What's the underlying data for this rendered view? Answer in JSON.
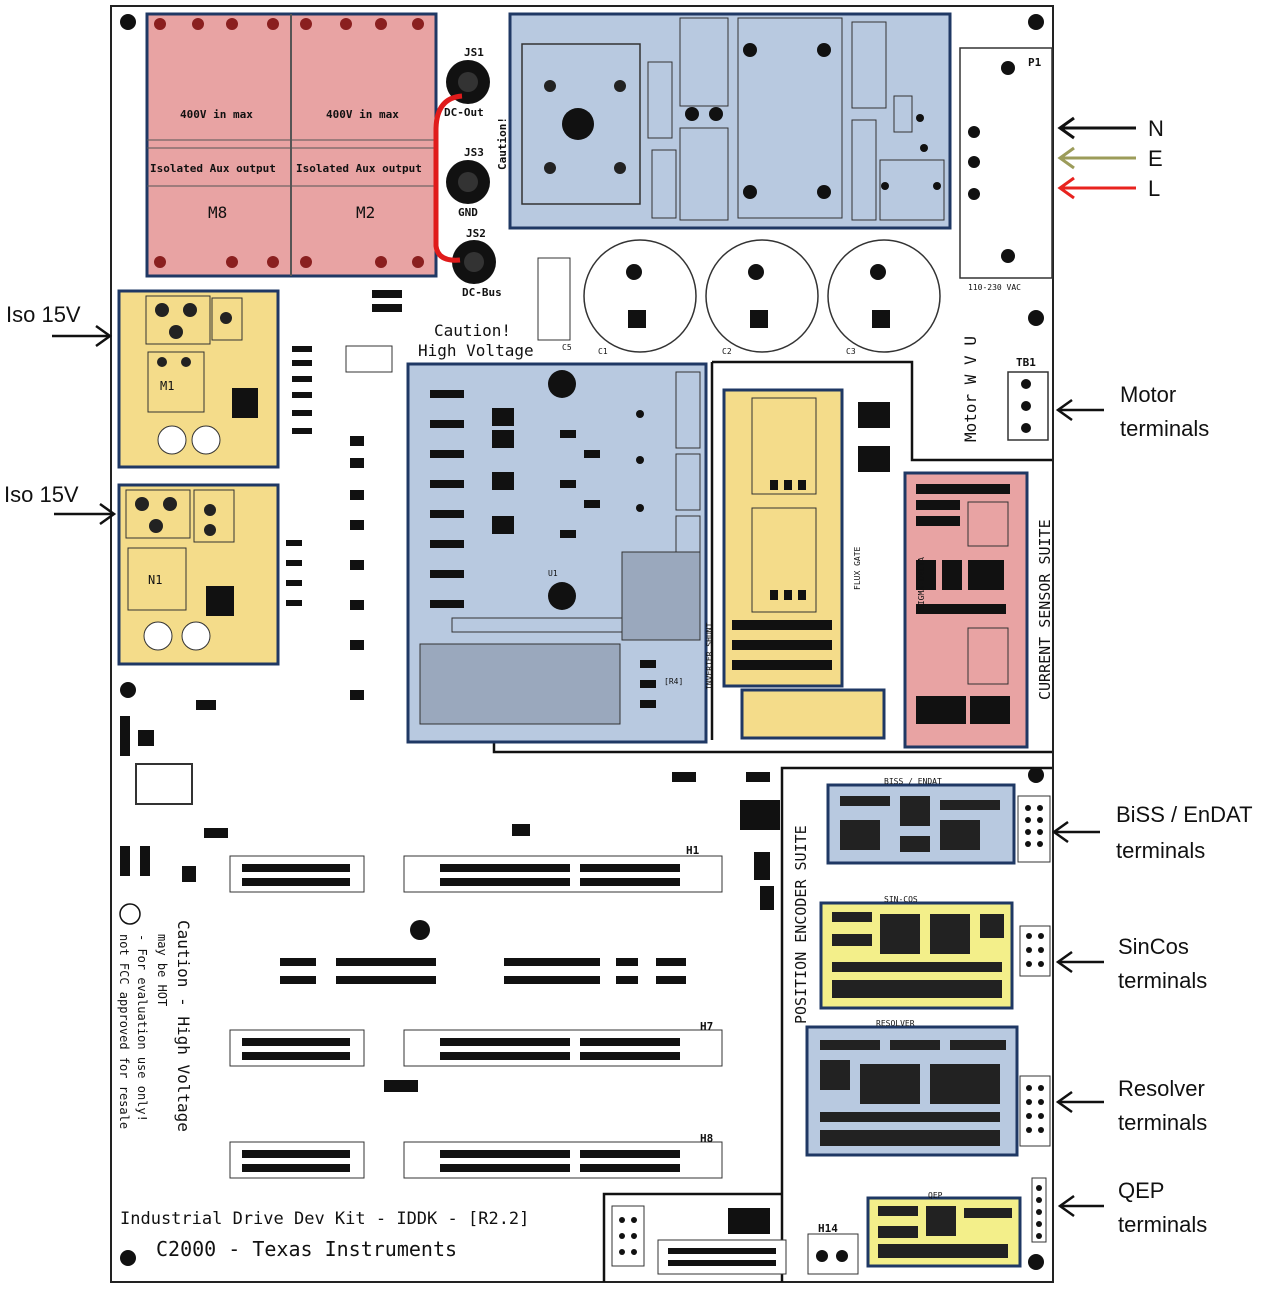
{
  "callouts": {
    "iso_top": "Iso 15V",
    "iso_bottom": "Iso 15V",
    "phase_n": "N",
    "phase_e": "E",
    "phase_l": "L",
    "motor_1": "Motor",
    "motor_2": "terminals",
    "biss_1": "BiSS / EnDAT",
    "biss_2": "terminals",
    "sincos_1": "SinCos",
    "sincos_2": "terminals",
    "resolver_1": "Resolver",
    "resolver_2": "terminals",
    "qep_1": "QEP",
    "qep_2": "terminals"
  },
  "board": {
    "caution_1": "Caution!",
    "caution_2": "High Voltage",
    "dc_out": "DC-Out",
    "gnd": "GND",
    "dc_bus": "DC-Bus",
    "caution_vertical": "Caution!",
    "m8": "M8",
    "m2": "M2",
    "m1": "M1",
    "n1": "N1",
    "max_400v_a": "400V in max",
    "max_400v_b": "400V in max",
    "iso_aux_a": "Isolated Aux output",
    "iso_aux_b": "Isolated Aux output",
    "js1": "JS1",
    "js2": "JS2",
    "js3": "JS3",
    "p1": "P1",
    "vac": "110-230 VAC",
    "tb1": "TB1",
    "motor_wvu": "Motor  W V U",
    "c1": "C1",
    "c2": "C2",
    "c3": "C3",
    "c5": "C5",
    "inverter_shunt": "INVERTER SHUNT",
    "flux_gate": "FLUX GATE",
    "sigma_delta": "SIGMA-DELTA",
    "current_sensor_suite": "CURRENT SENSOR SUITE",
    "position_encoder_suite": "POSITION ENCODER SUITE",
    "biss_endat": "BISS / ENDAT",
    "sin_cos": "SIN-COS",
    "resolver": "RESOLVER",
    "qep": "QEP",
    "h1": "H1",
    "h7": "H7",
    "h8": "H8",
    "h14": "H14",
    "footer_1": "Industrial Drive Dev Kit - IDDK - [R2.2]",
    "footer_2": "C2000 - Texas Instruments",
    "vertical_caution": "Caution - High Voltage",
    "vertical_hot": "may be HOT",
    "vertical_eval": "- For evaluation use only!",
    "vertical_fcc": "not FCC approved for resale",
    "r4": "[R4]",
    "u1": "U1"
  },
  "colors": {
    "pink": "#e8a3a3",
    "blue": "#b8c9e0",
    "yellow": "#f4dc8a",
    "lightyellow": "#f3ef8a",
    "frame": "#1f3864",
    "red_wire": "#e01b1b",
    "arrow_e": "#9c9c5a",
    "arrow_l": "#e8231f"
  }
}
